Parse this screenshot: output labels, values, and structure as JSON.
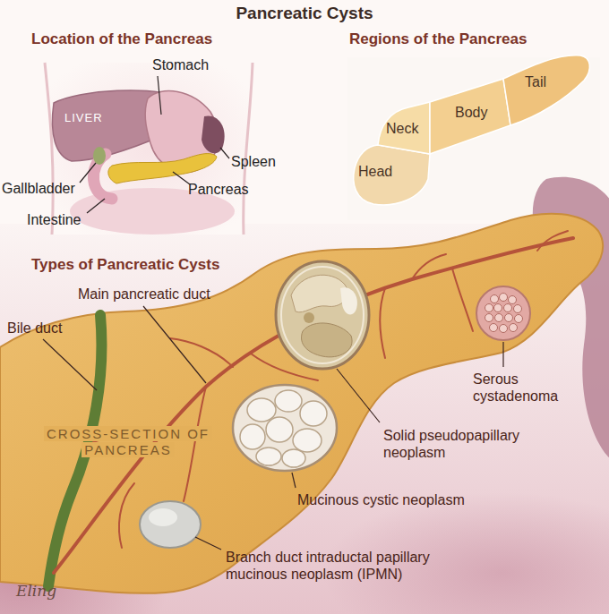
{
  "diagram": {
    "title": "Pancreatic Cysts",
    "nodes": [
      {
        "text": [
          "Head"
        ]
      },
      {
        "text": [
          "Neck"
        ]
      },
      {
        "text": [
          "Body"
        ]
      },
      {
        "text": [
          "Tail"
        ]
      }
    ],
    "labels": [
      "Location of the Pancreas",
      "Regions of the Pancreas",
      "Stomach",
      "LIVER",
      "Spleen",
      "Gallbladder",
      "Pancreas",
      "Intestine",
      "Types of Pancreatic Cysts",
      "Main pancreatic duct",
      "Bile duct",
      "CROSS-SECTION OF PANCREAS",
      "Solid pseudopapillary neoplasm",
      "Serous cystadenoma",
      "Mucinous cystic neoplasm",
      "Branch duct intraductal papillary mucinous neoplasm (IPMN)",
      "Eling"
    ]
  }
}
